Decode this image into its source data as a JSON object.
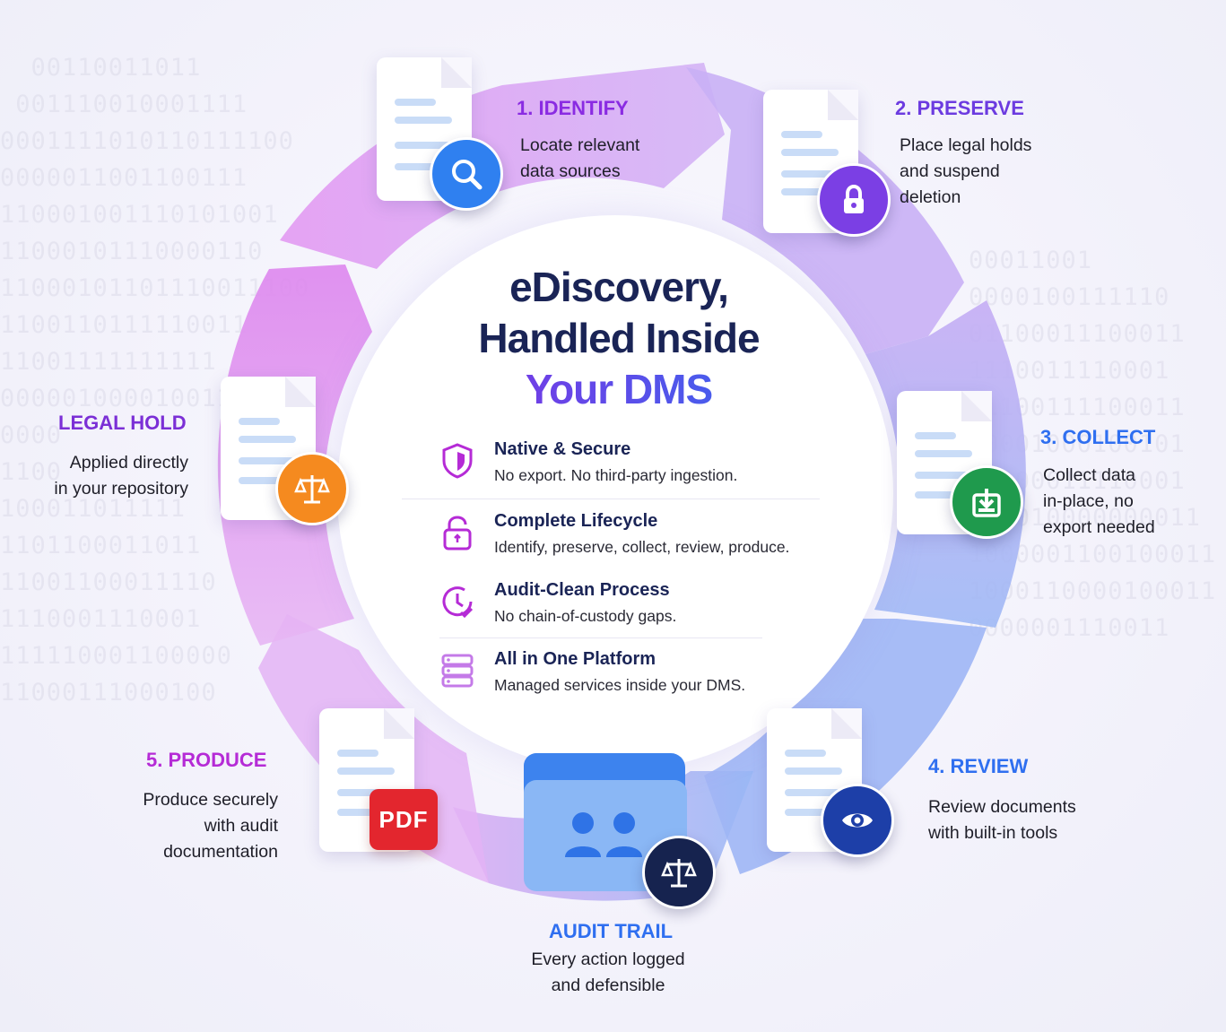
{
  "heading": {
    "line1": "eDiscovery,",
    "line2": "Handled Inside",
    "line3": "Your DMS"
  },
  "features": [
    {
      "name": "Native & Secure",
      "desc": "No export. No third-party ingestion.",
      "icon": "shield-icon"
    },
    {
      "name": "Complete Lifecycle",
      "desc": "Identify, preserve, collect, review, produce.",
      "icon": "padlock-icon"
    },
    {
      "name": "Audit-Clean Process",
      "desc": "No chain-of-custody gaps.",
      "icon": "clock-check-icon"
    },
    {
      "name": "All in One Platform",
      "desc": "Managed services inside your DMS.",
      "icon": "server-stack-icon"
    }
  ],
  "steps": {
    "identify": {
      "title": "1. IDENTIFY",
      "line1": "Locate relevant",
      "line2": "data sources",
      "icon": "search-icon",
      "color": "#8a2be2"
    },
    "preserve": {
      "title": "2. PRESERVE",
      "line1": "Place legal holds",
      "line2": "and suspend",
      "line3": "deletion",
      "icon": "lock-icon",
      "color": "#6c3be0"
    },
    "collect": {
      "title": "3. COLLECT",
      "line1": "Collect data",
      "line2": "in-place, no",
      "line3": "export needed",
      "icon": "download-icon",
      "color": "#2f6ff0"
    },
    "review": {
      "title": "4. REVIEW",
      "line1": "Review documents",
      "line2": "with built-in tools",
      "icon": "eye-icon",
      "color": "#2f6ff0"
    },
    "produce": {
      "title": "5. PRODUCE",
      "line1": "Produce securely",
      "line2": "with audit",
      "line3": "documentation",
      "icon": "pdf-icon",
      "color": "#b52bd6",
      "badge_text": "PDF"
    },
    "legal_hold": {
      "title": "LEGAL HOLD",
      "line1": "Applied directly",
      "line2": "in your repository",
      "icon": "scales-icon",
      "color": "#7b2fd6"
    },
    "audit_trail": {
      "title": "AUDIT TRAIL",
      "line1": "Every action logged",
      "line2": "and defensible",
      "icon": "folder-users-icon",
      "color": "#2f6ff0"
    }
  },
  "background": {
    "binary_left": "  00110011011\n 001110010001111\n0001111010110111100\n0000011001100111\n110001001110101001\n11000101110000110\n11000101101110011100\n1100110111110011\n11001111111111\n000001000010011\n0000\n1100\n100011011111\n1101100011011\n11001100011110\n1110001110001\n111110001100000\n11000111000100",
    "binary_right": "00011001\n0000100111110\n01100011100011\n1110011110001\n11100111100011\n10001000100101\n01100011110001\n000010000000011\n1000001100100011\n1000110000100011\n0000001110011"
  },
  "colors": {
    "arc_purple": "#d98bf0",
    "arc_violet": "#b9a4f3",
    "arc_blue": "#9bb8f5",
    "navy": "#1a2456"
  }
}
